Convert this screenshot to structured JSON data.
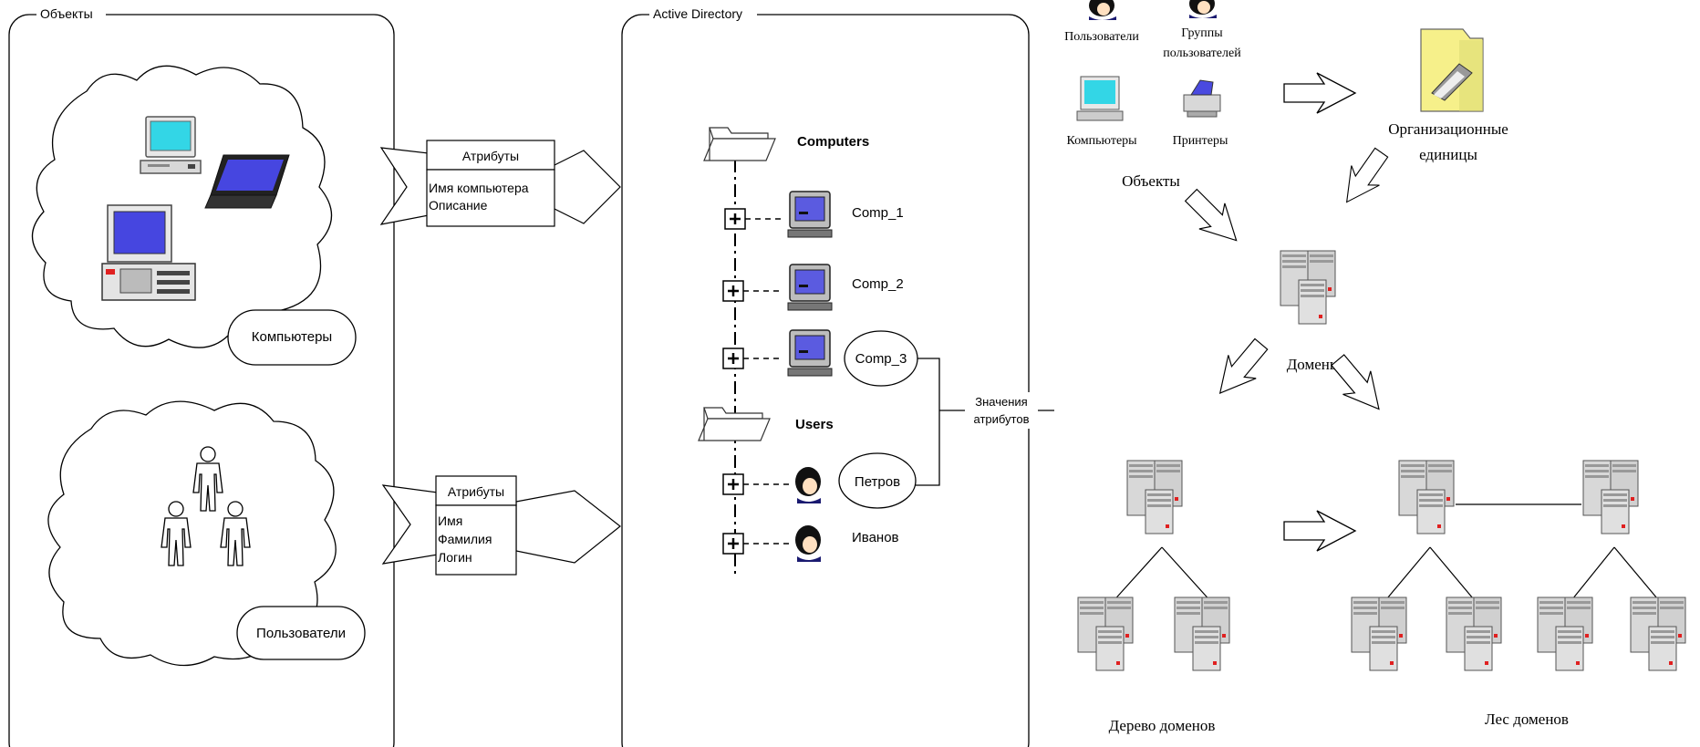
{
  "left_panel": {
    "title": "Объекты",
    "computers_label": "Компьютеры",
    "users_label": "Пользователи",
    "computer_attr_header": "Атрибуты",
    "computer_attr_items": [
      "Имя компьютера",
      "Описание"
    ],
    "user_attr_header": "Атрибуты",
    "user_attr_items": [
      "Имя",
      "Фамилия",
      "Логин"
    ]
  },
  "ad_panel": {
    "title": "Active Directory",
    "computers_folder": "Computers",
    "users_folder": "Users",
    "computers": [
      "Comp_1",
      "Comp_2",
      "Comp_3"
    ],
    "users": [
      "Петров",
      "Иванов"
    ],
    "attr_values_lines": [
      "Значения",
      "атрибутов"
    ]
  },
  "right_panel": {
    "icons": {
      "users": "Пользователи",
      "groups_lines": [
        "Группы",
        "пользователей"
      ],
      "computers": "Компьютеры",
      "printers": "Принтеры"
    },
    "objects_label": "Объекты",
    "ou_lines": [
      "Организационные",
      "единицы"
    ],
    "domains_label": "Домены",
    "domain_tree_label": "Дерево доменов",
    "domain_forest_label": "Лес доменов"
  },
  "icon_names": [
    "computer-icon",
    "laptop-icon",
    "server-icon",
    "person-icon",
    "folder-icon",
    "printer-icon",
    "user-head-icon",
    "ou-folder-icon"
  ],
  "colors": {
    "screen": "#33d6e6",
    "screen_blue": "#3a3ad8",
    "server_red": "#e02020",
    "ou_yellow": "#f6f08a",
    "head_dark": "#111111",
    "face": "#ffe0c0"
  }
}
